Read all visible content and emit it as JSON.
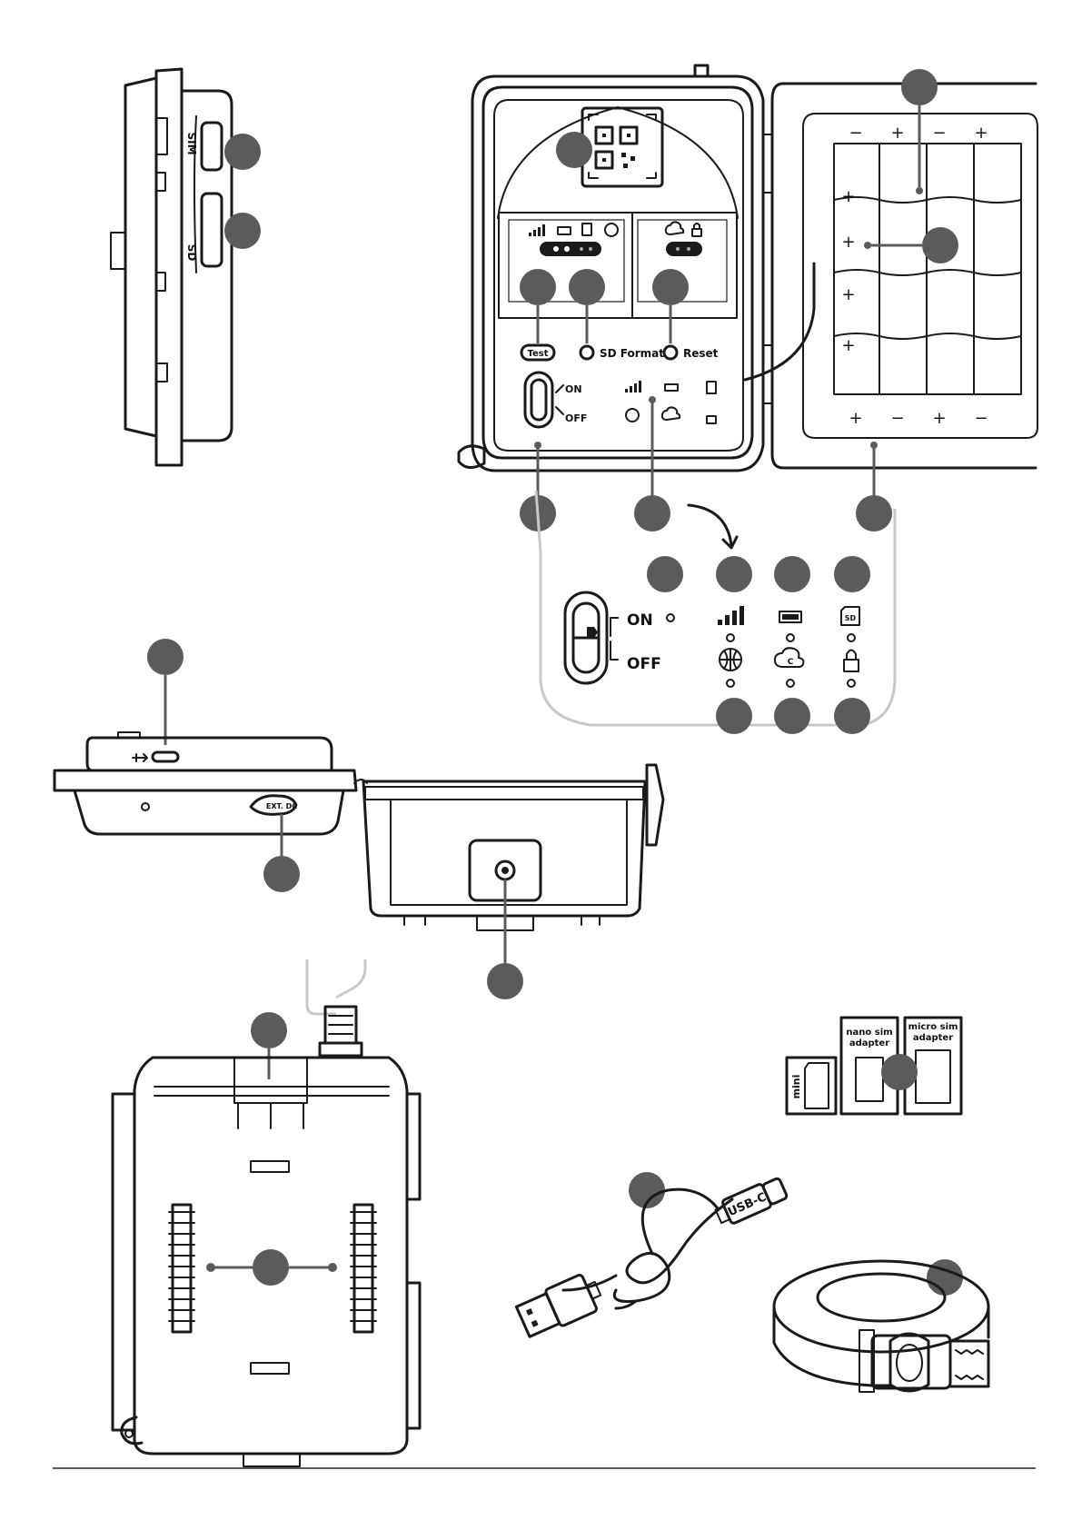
{
  "labels": {
    "sim_slot": "SIM",
    "sd_slot": "SD",
    "sd_icon": "SD",
    "test_button": "Test",
    "sd_format_button": "SD Format",
    "reset_button": "Reset",
    "switch_on": "ON",
    "switch_off": "OFF",
    "ext_port": "EXT. DC",
    "usb_c_cable": "USB-C",
    "mini_sim": "mini",
    "nano_sim_adapter_1": "nano sim",
    "nano_sim_adapter_2": "adapter",
    "micro_sim_adapter_1": "micro sim",
    "micro_sim_adapter_2": "adapter",
    "cloud_letter": "C"
  },
  "colors": {
    "marker": "#5b5b5b",
    "line": "#1a1a1a",
    "zoom_outline": "#c8c8c8"
  },
  "icons": [
    "qr-code-icon",
    "signal-bars-icon",
    "battery-icon",
    "sd-card-icon",
    "globe-icon",
    "cloud-icon",
    "lock-icon",
    "led-icon",
    "usb-icon",
    "arrow-icon"
  ]
}
